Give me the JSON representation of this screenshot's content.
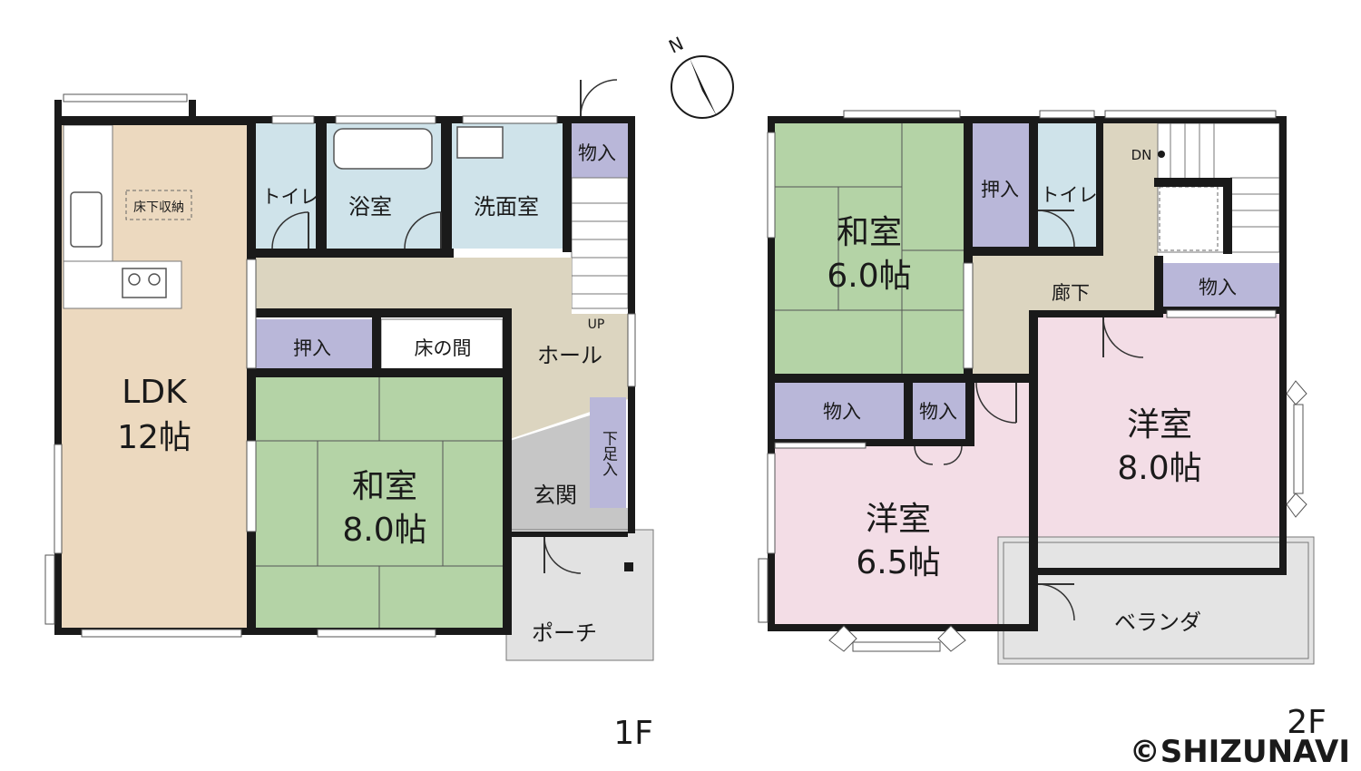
{
  "floor1": {
    "label": "1F",
    "rooms": {
      "ldk_name": "LDK",
      "ldk_size": "12帖",
      "underfloor": "床下収納",
      "toilet": "トイレ",
      "bath": "浴室",
      "washroom": "洗面室",
      "storage": "物入",
      "hall": "ホール",
      "up": "UP",
      "oshiire": "押入",
      "tokonoma": "床の間",
      "washitsu_name": "和室",
      "washitsu_size": "8.0帖",
      "shoe_storage": "下足入",
      "entrance": "玄関",
      "porch": "ポーチ"
    }
  },
  "floor2": {
    "label": "2F",
    "rooms": {
      "washitsu_name": "和室",
      "washitsu_size": "6.0帖",
      "oshiire": "押入",
      "toilet": "トイレ",
      "dn": "DN",
      "corridor": "廊下",
      "storage_right": "物入",
      "storage_a": "物入",
      "storage_b": "物入",
      "yoshitsu1_name": "洋室",
      "yoshitsu1_size": "6.5帖",
      "yoshitsu2_name": "洋室",
      "yoshitsu2_size": "8.0帖",
      "veranda": "ベランダ"
    }
  },
  "compass": {
    "north": "N"
  },
  "copyright": "©SHIZUNAVI",
  "colors": {
    "ldk": "#ecd9bf",
    "tatami": "#b4d3a6",
    "wet": "#cfe3ea",
    "storage": "#b9b7d9",
    "hall": "#dcd5c0",
    "genkan": "#c6c6c6",
    "porch": "#e2e2e2",
    "yoshitsu": "#f3dde6",
    "veranda": "#e4e4e4",
    "wall": "#1a1a1a"
  }
}
